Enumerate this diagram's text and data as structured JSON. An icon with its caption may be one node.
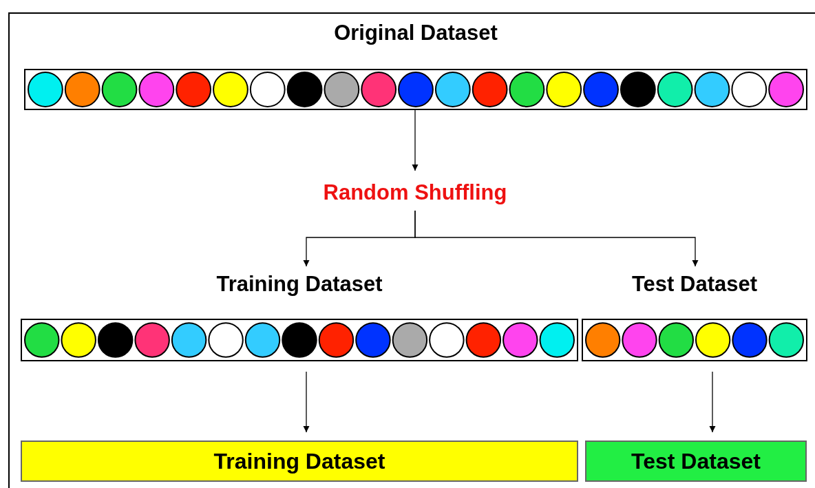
{
  "diagram": {
    "nodes": [
      {
        "text": [
          "Original Dataset"
        ]
      },
      {
        "text": [
          "Random Shuffling"
        ]
      },
      {
        "text": [
          "Training Dataset"
        ]
      },
      {
        "text": [
          "Test Dataset"
        ]
      },
      {
        "text": [
          "Training Dataset"
        ]
      },
      {
        "text": [
          "Test Dataset"
        ]
      }
    ],
    "edges": [
      {
        "from": 0,
        "to": 1,
        "arrow": "to"
      },
      {
        "from": 1,
        "to": 2,
        "arrow": "to"
      },
      {
        "from": 1,
        "to": 3,
        "arrow": "to"
      },
      {
        "from": 2,
        "to": 4,
        "arrow": "to"
      },
      {
        "from": 3,
        "to": 5,
        "arrow": "to"
      }
    ]
  }
}
